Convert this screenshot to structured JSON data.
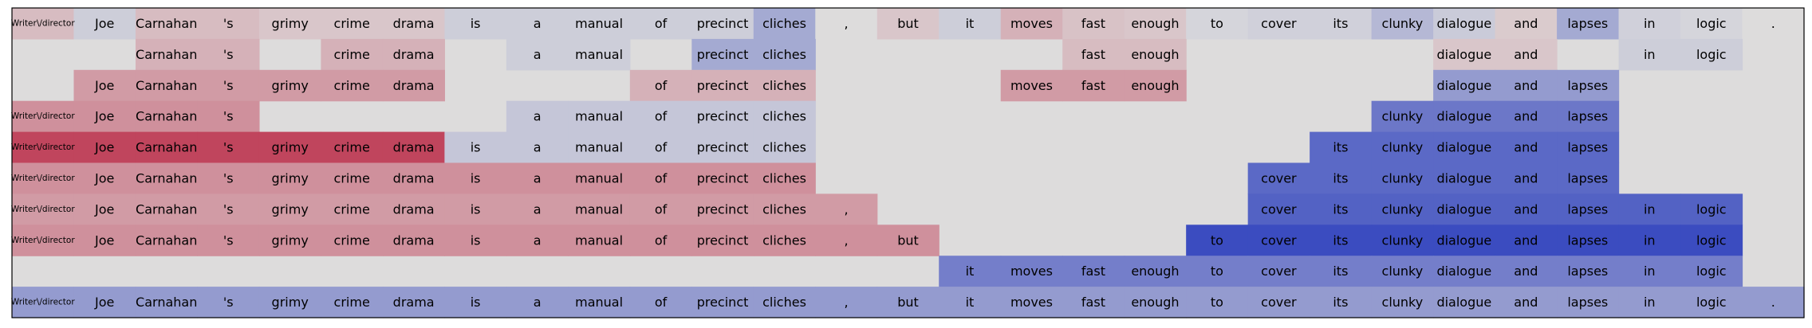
{
  "chart_data": {
    "type": "heatmap",
    "tokens": [
      "Writer\\/director",
      "Joe",
      "Carnahan",
      "'s",
      "grimy",
      "crime",
      "drama",
      "is",
      "a",
      "manual",
      "of",
      "precinct",
      "cliches",
      ",",
      "but",
      "it",
      "moves",
      "fast",
      "enough",
      "to",
      "cover",
      "its",
      "clunky",
      "dialogue",
      "and",
      "lapses",
      "in",
      "logic",
      "."
    ],
    "rows": [
      {
        "v": [
          0.15,
          -0.1,
          0.15,
          0.15,
          0.1,
          0.1,
          0.1,
          -0.1,
          -0.1,
          -0.1,
          -0.1,
          -0.1,
          -0.35,
          0.0,
          0.1,
          -0.1,
          0.2,
          0.12,
          0.1,
          -0.05,
          -0.08,
          -0.08,
          -0.25,
          -0.12,
          0.08,
          -0.35,
          -0.08,
          -0.05,
          0.0
        ],
        "mask": [
          1,
          1,
          1,
          1,
          1,
          1,
          1,
          1,
          1,
          1,
          1,
          1,
          1,
          1,
          1,
          1,
          1,
          1,
          1,
          1,
          1,
          1,
          1,
          1,
          1,
          1,
          1,
          1,
          1
        ]
      },
      {
        "v": [
          0,
          0,
          0.2,
          0.2,
          0,
          0.2,
          0.2,
          0,
          -0.1,
          -0.1,
          0,
          -0.35,
          -0.35,
          0,
          0,
          0,
          0,
          0.15,
          0.15,
          0,
          0,
          0,
          0,
          0.1,
          0.1,
          0,
          -0.1,
          -0.1,
          0
        ],
        "mask": [
          0,
          0,
          1,
          1,
          0,
          1,
          1,
          0,
          1,
          1,
          0,
          1,
          1,
          0,
          0,
          0,
          0,
          1,
          1,
          0,
          0,
          0,
          0,
          1,
          1,
          0,
          1,
          1,
          0
        ]
      },
      {
        "v": [
          0,
          0.3,
          0.3,
          0.3,
          0.3,
          0.3,
          0.3,
          0,
          0,
          0,
          0.2,
          0.2,
          0.2,
          0,
          0,
          0,
          0.3,
          0.3,
          0.3,
          0,
          0,
          0,
          0,
          -0.45,
          -0.45,
          -0.45,
          0,
          0,
          0
        ],
        "mask": [
          0,
          1,
          1,
          1,
          1,
          1,
          1,
          0,
          0,
          0,
          1,
          1,
          1,
          0,
          0,
          0,
          1,
          1,
          1,
          0,
          0,
          0,
          0,
          1,
          1,
          1,
          0,
          0,
          0
        ]
      },
      {
        "v": [
          0.35,
          0.35,
          0.35,
          0.35,
          0,
          0,
          0,
          0,
          -0.15,
          -0.15,
          -0.15,
          -0.15,
          -0.15,
          0,
          0,
          0,
          0,
          0,
          0,
          0,
          0,
          0,
          -0.7,
          -0.7,
          -0.7,
          -0.7,
          0,
          0,
          0
        ],
        "mask": [
          1,
          1,
          1,
          1,
          0,
          0,
          0,
          0,
          1,
          1,
          1,
          1,
          1,
          0,
          0,
          0,
          0,
          0,
          0,
          0,
          0,
          0,
          1,
          1,
          1,
          1,
          0,
          0,
          0
        ]
      },
      {
        "v": [
          0.7,
          0.7,
          0.7,
          0.7,
          0.7,
          0.7,
          0.7,
          -0.15,
          -0.15,
          -0.15,
          -0.15,
          -0.15,
          -0.15,
          0,
          0,
          0,
          0,
          0,
          0,
          0,
          0,
          -0.8,
          -0.8,
          -0.8,
          -0.8,
          -0.8,
          0,
          0,
          0
        ],
        "mask": [
          1,
          1,
          1,
          1,
          1,
          1,
          1,
          1,
          1,
          1,
          1,
          1,
          1,
          0,
          0,
          0,
          0,
          0,
          0,
          0,
          0,
          1,
          1,
          1,
          1,
          1,
          0,
          0,
          0
        ]
      },
      {
        "v": [
          0.35,
          0.35,
          0.35,
          0.35,
          0.35,
          0.35,
          0.35,
          0.35,
          0.35,
          0.35,
          0.35,
          0.35,
          0.35,
          0,
          0,
          0,
          0,
          0,
          0,
          0,
          -0.8,
          -0.8,
          -0.8,
          -0.8,
          -0.8,
          -0.8,
          0,
          0,
          0
        ],
        "mask": [
          1,
          1,
          1,
          1,
          1,
          1,
          1,
          1,
          1,
          1,
          1,
          1,
          1,
          0,
          0,
          0,
          0,
          0,
          0,
          0,
          1,
          1,
          1,
          1,
          1,
          1,
          0,
          0,
          0
        ]
      },
      {
        "v": [
          0.3,
          0.3,
          0.3,
          0.3,
          0.3,
          0.3,
          0.3,
          0.3,
          0.3,
          0.3,
          0.3,
          0.3,
          0.3,
          0.3,
          0,
          0,
          0,
          0,
          0,
          0,
          -0.85,
          -0.85,
          -0.85,
          -0.85,
          -0.85,
          -0.85,
          -0.85,
          -0.85,
          0
        ],
        "mask": [
          1,
          1,
          1,
          1,
          1,
          1,
          1,
          1,
          1,
          1,
          1,
          1,
          1,
          1,
          0,
          0,
          0,
          0,
          0,
          0,
          1,
          1,
          1,
          1,
          1,
          1,
          1,
          1,
          0
        ]
      },
      {
        "v": [
          0.35,
          0.35,
          0.35,
          0.35,
          0.35,
          0.35,
          0.35,
          0.35,
          0.35,
          0.35,
          0.35,
          0.35,
          0.35,
          0.35,
          0.35,
          0,
          0,
          0,
          0,
          -1.0,
          -1.0,
          -1.0,
          -1.0,
          -1.0,
          -1.0,
          -1.0,
          -1.0,
          -1.0,
          0
        ],
        "mask": [
          1,
          1,
          1,
          1,
          1,
          1,
          1,
          1,
          1,
          1,
          1,
          1,
          1,
          1,
          1,
          0,
          0,
          0,
          0,
          1,
          1,
          1,
          1,
          1,
          1,
          1,
          1,
          1,
          0
        ]
      },
      {
        "v": [
          0,
          0,
          0,
          0,
          0,
          0,
          0,
          0,
          0,
          0,
          0,
          0,
          0,
          0,
          0,
          -0.65,
          -0.65,
          -0.65,
          -0.65,
          -0.65,
          -0.65,
          -0.65,
          -0.65,
          -0.65,
          -0.65,
          -0.65,
          -0.65,
          -0.65,
          0
        ],
        "mask": [
          0,
          0,
          0,
          0,
          0,
          0,
          0,
          0,
          0,
          0,
          0,
          0,
          0,
          0,
          0,
          1,
          1,
          1,
          1,
          1,
          1,
          1,
          1,
          1,
          1,
          1,
          1,
          1,
          0
        ]
      },
      {
        "v": [
          -0.45,
          -0.45,
          -0.45,
          -0.45,
          -0.45,
          -0.45,
          -0.45,
          -0.45,
          -0.45,
          -0.45,
          -0.45,
          -0.45,
          -0.45,
          -0.45,
          -0.45,
          -0.45,
          -0.45,
          -0.45,
          -0.45,
          -0.45,
          -0.45,
          -0.45,
          -0.45,
          -0.45,
          -0.45,
          -0.45,
          -0.45,
          -0.45,
          -0.45
        ],
        "mask": [
          1,
          1,
          1,
          1,
          1,
          1,
          1,
          1,
          1,
          1,
          1,
          1,
          1,
          1,
          1,
          1,
          1,
          1,
          1,
          1,
          1,
          1,
          1,
          1,
          1,
          1,
          1,
          1,
          1
        ]
      }
    ],
    "colormap": "coolwarm",
    "value_range": [
      -1,
      1
    ],
    "positive_color": "#b40426",
    "negative_color": "#3b4cc0",
    "neutral_color": "#dddcdc",
    "grid": false,
    "legend": "none"
  }
}
